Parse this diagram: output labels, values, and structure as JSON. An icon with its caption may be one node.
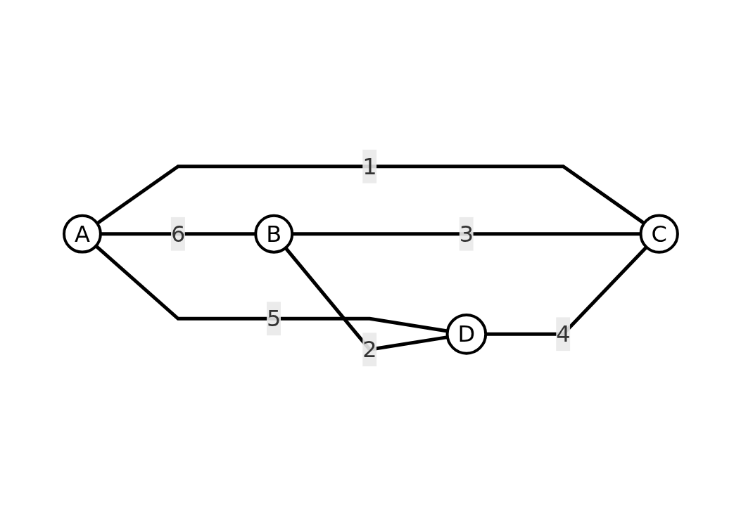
{
  "diagram": {
    "nodes": [
      {
        "text": [
          "A"
        ]
      },
      {
        "text": [
          "B"
        ]
      },
      {
        "text": [
          "C"
        ]
      },
      {
        "text": [
          "D"
        ]
      }
    ],
    "edges": [
      {
        "from": 0,
        "to": 1,
        "arrow": "none",
        "label": "6"
      },
      {
        "from": 0,
        "to": 2,
        "arrow": "none",
        "label": "1"
      },
      {
        "from": 0,
        "to": 3,
        "arrow": "none",
        "label": "5"
      },
      {
        "from": 1,
        "to": 3,
        "arrow": "none",
        "label": "2"
      },
      {
        "from": 1,
        "to": 2,
        "arrow": "none",
        "label": "3"
      },
      {
        "from": 3,
        "to": 2,
        "arrow": "none",
        "label": "4"
      }
    ]
  }
}
